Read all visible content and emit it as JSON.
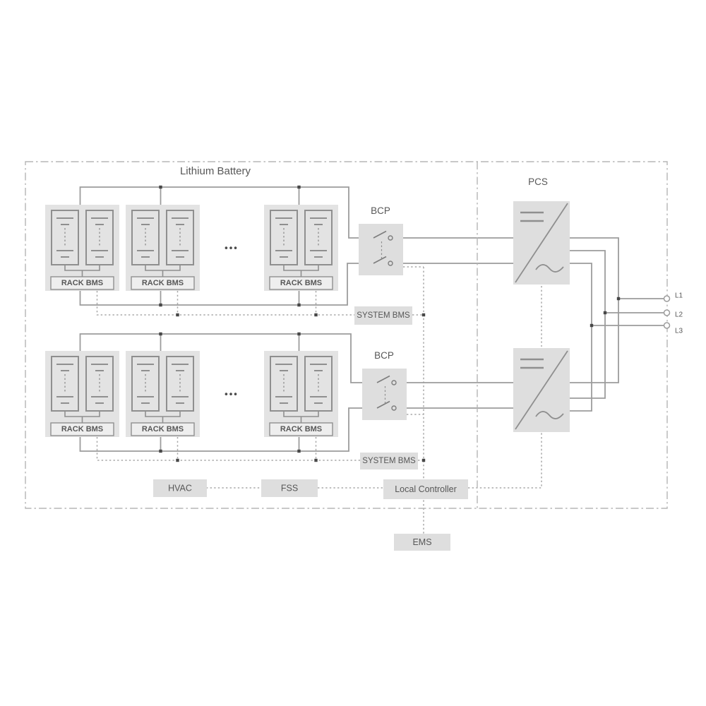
{
  "diagram_type": "battery-energy-storage-system-schematic",
  "colors": {
    "background": "#ffffff",
    "box_fill": "#dedede",
    "rack_fill": "#e3e3e3",
    "wire": "#9c9c9c",
    "control_wire": "#a8a8a8",
    "boundary": "#b5b5b5",
    "text": "#575757",
    "junction_dot": "#474747"
  },
  "battery": {
    "title": "Lithium Battery",
    "ellipsis_top": "•••",
    "ellipsis_bottom": "•••",
    "racks_top": [
      "RACK BMS",
      "RACK BMS",
      "RACK BMS"
    ],
    "racks_bottom": [
      "RACK BMS",
      "RACK BMS",
      "RACK BMS"
    ],
    "system_bms_top": "SYSTEM BMS",
    "system_bms_bottom": "SYSTEM BMS"
  },
  "bcp": {
    "top_label": "BCP",
    "bottom_label": "BCP"
  },
  "pcs": {
    "label": "PCS"
  },
  "aux": {
    "hvac": "HVAC",
    "fss": "FSS",
    "local_controller": "Local Controller",
    "ems": "EMS"
  },
  "terminals": [
    "L1",
    "L2",
    "L3"
  ]
}
